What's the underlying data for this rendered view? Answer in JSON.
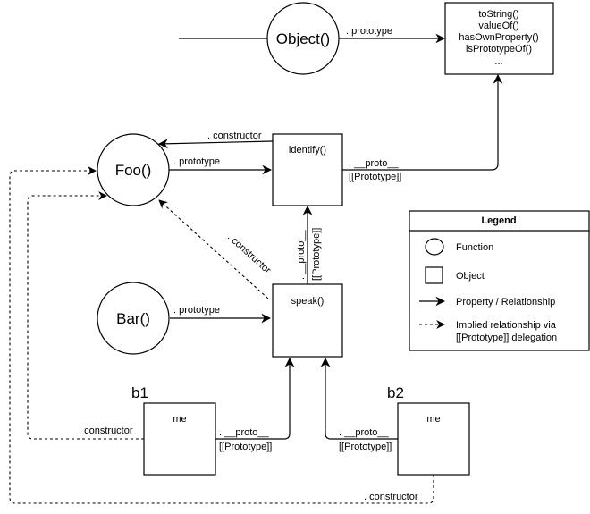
{
  "nodes": {
    "object_fn": {
      "label": "Object()",
      "kind": "function"
    },
    "object_proto": {
      "kind": "object",
      "lines": [
        "toString()",
        "valueOf()",
        "hasOwnProperty()",
        "isPrototypeOf()",
        "..."
      ]
    },
    "foo_fn": {
      "label": "Foo()",
      "kind": "function"
    },
    "foo_proto": {
      "label": "identify()",
      "kind": "object"
    },
    "bar_fn": {
      "label": "Bar()",
      "kind": "function"
    },
    "bar_proto": {
      "label": "speak()",
      "kind": "object"
    },
    "b1": {
      "name": "b1",
      "label": "me",
      "kind": "object"
    },
    "b2": {
      "name": "b2",
      "label": "me",
      "kind": "object"
    }
  },
  "edges": {
    "object_prototype": ". prototype",
    "foo_constructor": ". constructor",
    "foo_prototype": ". prototype",
    "identify_proto": ". __proto__",
    "identify_proto_sub": "[[Prototype]]",
    "speak_constructor": ". constructor",
    "speak_proto": ". __proto__",
    "speak_proto_sub": "[[Prototype]]",
    "bar_prototype": ". prototype",
    "b1_constructor": ". constructor",
    "b1_proto": ". __proto__",
    "b1_proto_sub": "[[Prototype]]",
    "b2_proto": ". __proto__",
    "b2_proto_sub": "[[Prototype]]",
    "b2_constructor": ". constructor"
  },
  "legend": {
    "title": "Legend",
    "items": [
      {
        "icon": "circle",
        "label": "Function"
      },
      {
        "icon": "square",
        "label": "Object"
      },
      {
        "icon": "solid-arrow",
        "label": "Property / Relationship"
      },
      {
        "icon": "dashed-arrow",
        "label": "Implied relationship via",
        "label2": "[[Prototype]] delegation"
      }
    ]
  }
}
